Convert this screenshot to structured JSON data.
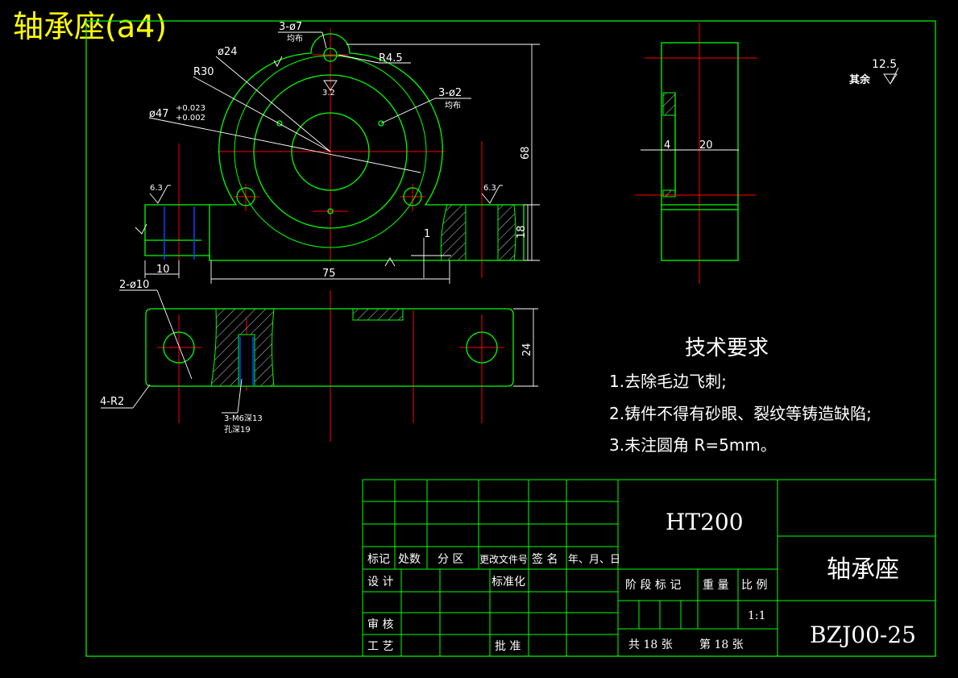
{
  "title": "轴承座(a4)",
  "drawing": {
    "dimensions": {
      "hole3_7": "3-ø7",
      "hole3_7_note": "均布",
      "phi24": "ø24",
      "r30": "R30",
      "r45": "R4.5",
      "phi47": "ø47",
      "phi47_tol_upper": "+0.023",
      "phi47_tol_lower": "+0.002",
      "hole3_2": "3-ø2",
      "hole3_2_note": "均布",
      "rough32": "3.2",
      "h68": "68",
      "rough63_left": "6.3",
      "rough63_right": "6.3",
      "h18": "18",
      "one": "1",
      "w10": "10",
      "w75": "75",
      "hole2_10": "2-ø10",
      "h24": "24",
      "r4_2": "4-R2",
      "thread_note1": "3-M6深13",
      "thread_note2": "孔深19",
      "side_w4": "4",
      "side_w20": "20",
      "rough_rest_label": "其余",
      "rough_rest_value": "12.5"
    },
    "requirements": {
      "heading": "技术要求",
      "items": [
        "1.去除毛边飞刺;",
        "2.铸件不得有砂眼、裂纹等铸造缺陷;",
        "3.未注圆角 R=5mm。"
      ]
    }
  },
  "title_block": {
    "material": "HT200",
    "part_name": "轴承座",
    "drawing_no": "BZJ00-25",
    "headers": [
      "标记",
      "处数",
      "分 区",
      "更改文件号",
      "签 名",
      "年、月、日"
    ],
    "design": "设 计",
    "standardize": "标准化",
    "review": "审 核",
    "process": "工 艺",
    "approve": "批 准",
    "stage_label": "阶 段 标 记",
    "weight_label": "重 量",
    "scale_label": "比 例",
    "scale": "1:1",
    "sheets_total": "共 18 张",
    "sheet_no": "第 18 张"
  },
  "colors": {
    "background": "#000000",
    "outline": "#00ff00",
    "centerline": "#ff0000",
    "hidden": "#0044ff",
    "text": "#ffffff",
    "title": "#ffff00",
    "border": "#00ff00"
  }
}
